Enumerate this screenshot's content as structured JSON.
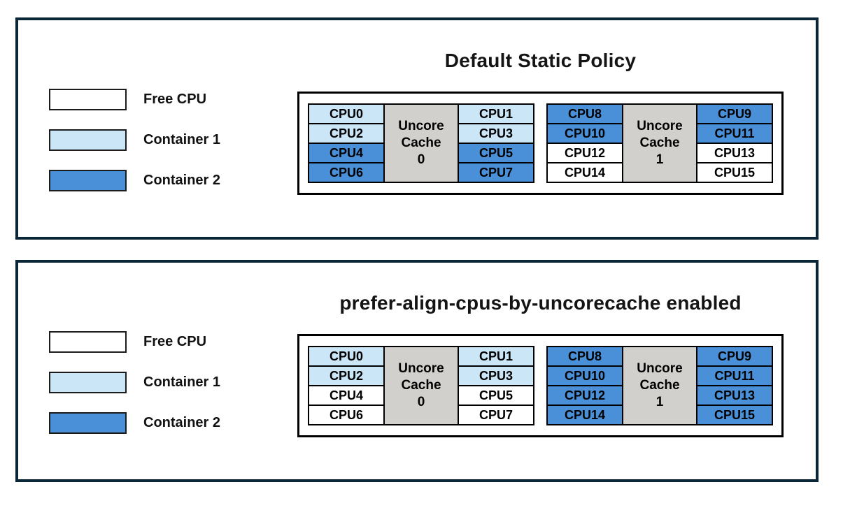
{
  "colors": {
    "free_cpu": "#ffffff",
    "container1": "#cbe6f6",
    "container2": "#4a90d9",
    "uncore_cache_bg": "#d2d0cd",
    "panel_border": "#0a2637",
    "cell_border": "#000000"
  },
  "legend": {
    "items": [
      {
        "label": "Free CPU",
        "state": "free"
      },
      {
        "label": "Container 1",
        "state": "container1"
      },
      {
        "label": "Container 2",
        "state": "container2"
      }
    ]
  },
  "panels": [
    {
      "title": "Default Static Policy",
      "groups": [
        {
          "uncore_label": "Uncore\nCache\n0",
          "left": [
            {
              "label": "CPU0",
              "state": "container1"
            },
            {
              "label": "CPU2",
              "state": "container1"
            },
            {
              "label": "CPU4",
              "state": "container2"
            },
            {
              "label": "CPU6",
              "state": "container2"
            }
          ],
          "right": [
            {
              "label": "CPU1",
              "state": "container1"
            },
            {
              "label": "CPU3",
              "state": "container1"
            },
            {
              "label": "CPU5",
              "state": "container2"
            },
            {
              "label": "CPU7",
              "state": "container2"
            }
          ]
        },
        {
          "uncore_label": "Uncore\nCache\n1",
          "left": [
            {
              "label": "CPU8",
              "state": "container2"
            },
            {
              "label": "CPU10",
              "state": "container2"
            },
            {
              "label": "CPU12",
              "state": "free"
            },
            {
              "label": "CPU14",
              "state": "free"
            }
          ],
          "right": [
            {
              "label": "CPU9",
              "state": "container2"
            },
            {
              "label": "CPU11",
              "state": "container2"
            },
            {
              "label": "CPU13",
              "state": "free"
            },
            {
              "label": "CPU15",
              "state": "free"
            }
          ]
        }
      ]
    },
    {
      "title": "prefer-align-cpus-by-uncorecache enabled",
      "groups": [
        {
          "uncore_label": "Uncore\nCache\n0",
          "left": [
            {
              "label": "CPU0",
              "state": "container1"
            },
            {
              "label": "CPU2",
              "state": "container1"
            },
            {
              "label": "CPU4",
              "state": "free"
            },
            {
              "label": "CPU6",
              "state": "free"
            }
          ],
          "right": [
            {
              "label": "CPU1",
              "state": "container1"
            },
            {
              "label": "CPU3",
              "state": "container1"
            },
            {
              "label": "CPU5",
              "state": "free"
            },
            {
              "label": "CPU7",
              "state": "free"
            }
          ]
        },
        {
          "uncore_label": "Uncore\nCache\n1",
          "left": [
            {
              "label": "CPU8",
              "state": "container2"
            },
            {
              "label": "CPU10",
              "state": "container2"
            },
            {
              "label": "CPU12",
              "state": "container2"
            },
            {
              "label": "CPU14",
              "state": "container2"
            }
          ],
          "right": [
            {
              "label": "CPU9",
              "state": "container2"
            },
            {
              "label": "CPU11",
              "state": "container2"
            },
            {
              "label": "CPU13",
              "state": "container2"
            },
            {
              "label": "CPU15",
              "state": "container2"
            }
          ]
        }
      ]
    }
  ]
}
